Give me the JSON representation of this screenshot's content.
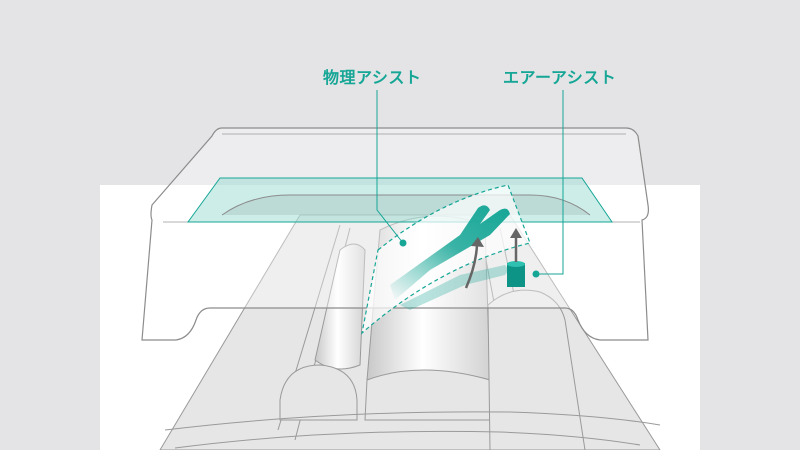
{
  "callouts": [
    {
      "id": "physical-assist",
      "label": "物理アシスト"
    },
    {
      "id": "air-assist",
      "label": "エアーアシスト"
    }
  ],
  "colors": {
    "background": "#e4e4e6",
    "panel": "#ffffff",
    "accent": "#16a696",
    "accent_dark": "#0d9487",
    "line": "#8c8c8c",
    "arrow": "#666666",
    "fill_light": "#e6e6e6"
  }
}
